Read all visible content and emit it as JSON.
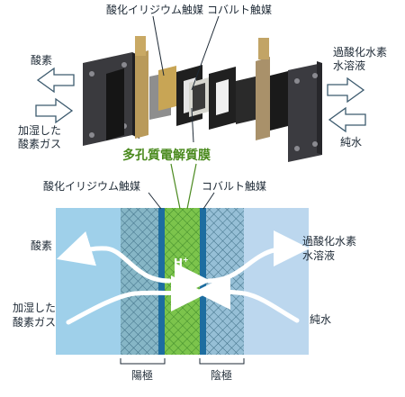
{
  "top": {
    "labels": {
      "iridium_catalyst": "酸化イリジウム触媒",
      "cobalt_catalyst": "コバルト触媒",
      "oxygen": "酸素",
      "hydrogen_peroxide_line1": "過酸化水素",
      "hydrogen_peroxide_line2": "水溶液",
      "humid_oxygen_line1": "加湿した",
      "humid_oxygen_line2": "酸素ガス",
      "pure_water": "純水"
    },
    "membrane_title": "多孔質電解質膜"
  },
  "bottom": {
    "labels": {
      "iridium_catalyst": "酸化イリジウム触媒",
      "cobalt_catalyst": "コバルト触媒",
      "oxygen": "酸素",
      "hydrogen_peroxide_line1": "過酸化水素",
      "hydrogen_peroxide_line2": "水溶液",
      "humid_oxygen_line1": "加湿した",
      "humid_oxygen_line2": "酸素ガス",
      "pure_water": "純水",
      "proton": "H",
      "proton_charge": "+",
      "anode": "陽極",
      "cathode": "陰極"
    }
  },
  "colors": {
    "left_zone": "#9fd0ea",
    "right_zone": "#bcd7ee",
    "mesh_zone": "#8bb9c9",
    "membrane": "#7cc44c",
    "catalyst_layer": "#1d6da0",
    "membrane_title": "#4a8a1e",
    "arrow": "#ffffff",
    "text": "#1e2a36"
  }
}
